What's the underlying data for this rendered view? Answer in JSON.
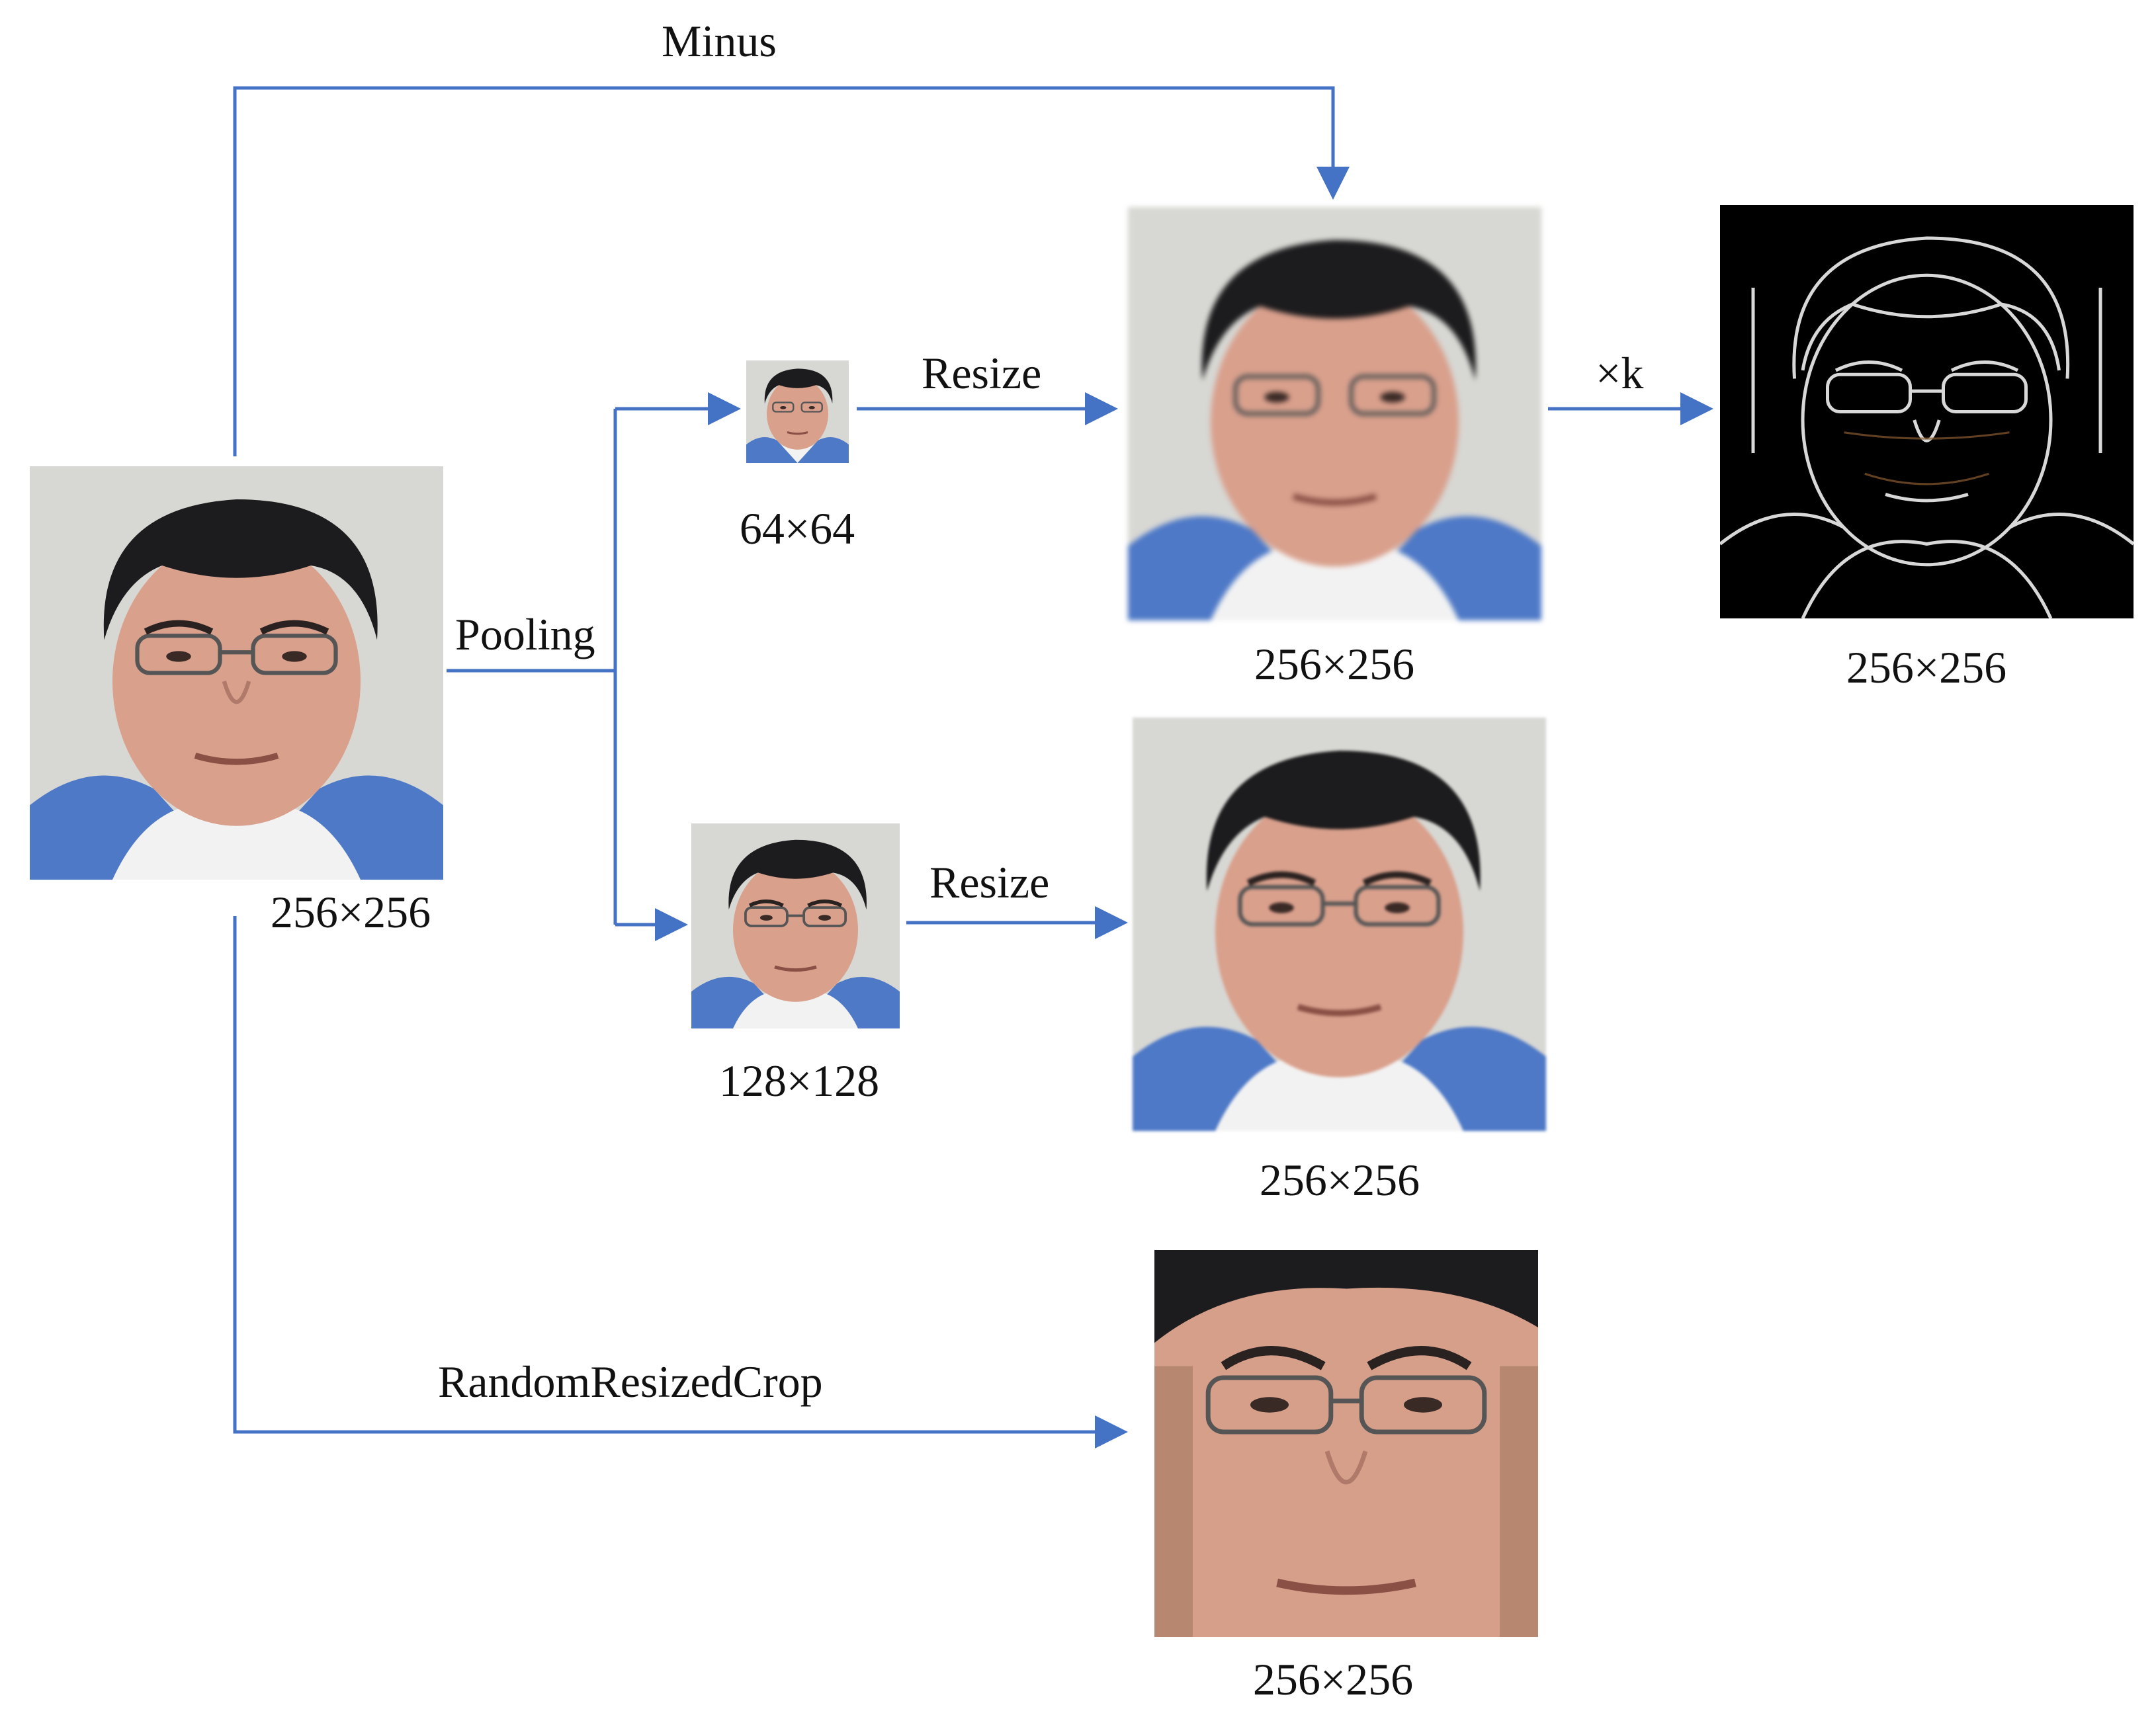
{
  "colors": {
    "arrow": "#4472C4",
    "skin": "#d9a38f",
    "hair": "#1c1b1d",
    "shirt": "#f2f2f2",
    "background": "#c8c8c8",
    "edge_map_bg": "#000000",
    "edge_lines": "#d8d8d8"
  },
  "labels": {
    "minus": "Minus",
    "pooling": "Pooling",
    "resize_top": "Resize",
    "resize_mid": "Resize",
    "times_k": "×k",
    "random_resized_crop": "RandomResizedCrop"
  },
  "captions": {
    "input": "256×256",
    "pooled_64": "64×64",
    "pooled_128": "128×128",
    "resized_from_64": "256×256",
    "resized_from_128": "256×256",
    "edge_output": "256×256",
    "crop_output": "256×256"
  },
  "images": {
    "input": "face-photo",
    "pooled_64": "face-photo-small",
    "pooled_128": "face-photo-medium",
    "resized_from_64": "face-photo-blurred",
    "resized_from_128": "face-photo-blurred",
    "edge_output": "edge-map",
    "crop_output": "face-photo-cropped"
  }
}
